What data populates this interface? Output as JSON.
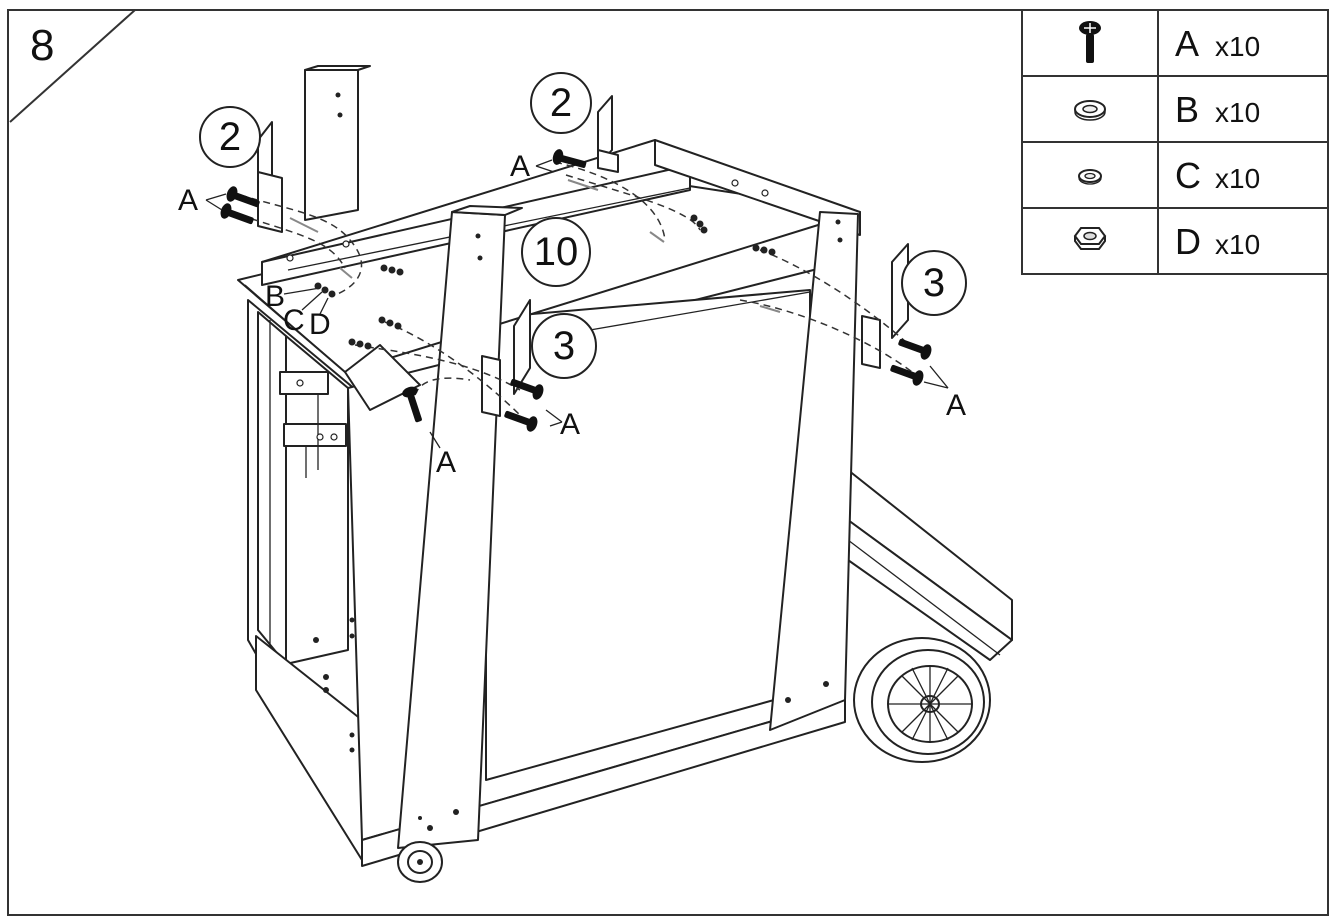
{
  "step": {
    "number": "8"
  },
  "parts_legend": [
    {
      "icon": "screw-icon",
      "letter": "A",
      "qty": "x10"
    },
    {
      "icon": "large-washer-icon",
      "letter": "B",
      "qty": "x10"
    },
    {
      "icon": "small-washer-icon",
      "letter": "C",
      "qty": "x10"
    },
    {
      "icon": "hex-nut-icon",
      "letter": "D",
      "qty": "x10"
    }
  ],
  "callouts": {
    "left_bracket_part": "2",
    "top_bracket_part": "2",
    "front_panel_part": "10",
    "front_right_bracket_part": "3",
    "far_right_bracket_part": "3"
  },
  "screw_labels": {
    "top_left": "A",
    "top_center": "A",
    "front_vertical": "A",
    "front_right": "A",
    "far_right": "A"
  },
  "hardware_labels": {
    "washer_large": "B",
    "washer_small": "C",
    "nut": "D"
  }
}
